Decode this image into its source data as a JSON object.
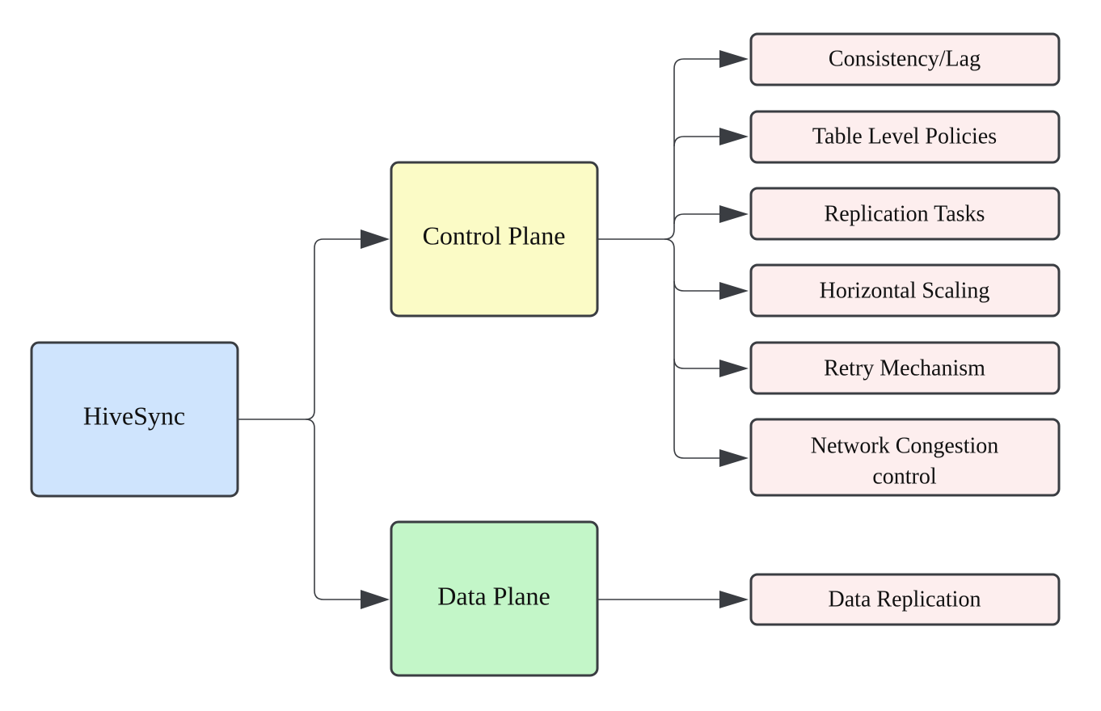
{
  "colors": {
    "root_fill": "#cfe4fd",
    "control_fill": "#fbfbc6",
    "data_fill": "#c3f6c8",
    "leaf_fill": "#fdeeee",
    "stroke": "#3a3d42"
  },
  "nodes": {
    "root": {
      "label": "HiveSync"
    },
    "control_plane": {
      "label": "Control Plane"
    },
    "data_plane": {
      "label": "Data Plane"
    },
    "control_children": [
      {
        "lines": [
          "Consistency/Lag"
        ]
      },
      {
        "lines": [
          "Table Level Policies"
        ]
      },
      {
        "lines": [
          "Replication Tasks"
        ]
      },
      {
        "lines": [
          "Horizontal Scaling"
        ]
      },
      {
        "lines": [
          "Retry Mechanism"
        ]
      },
      {
        "lines": [
          "Network Congestion",
          "control"
        ]
      }
    ],
    "data_children": [
      {
        "lines": [
          "Data Replication"
        ]
      }
    ]
  }
}
